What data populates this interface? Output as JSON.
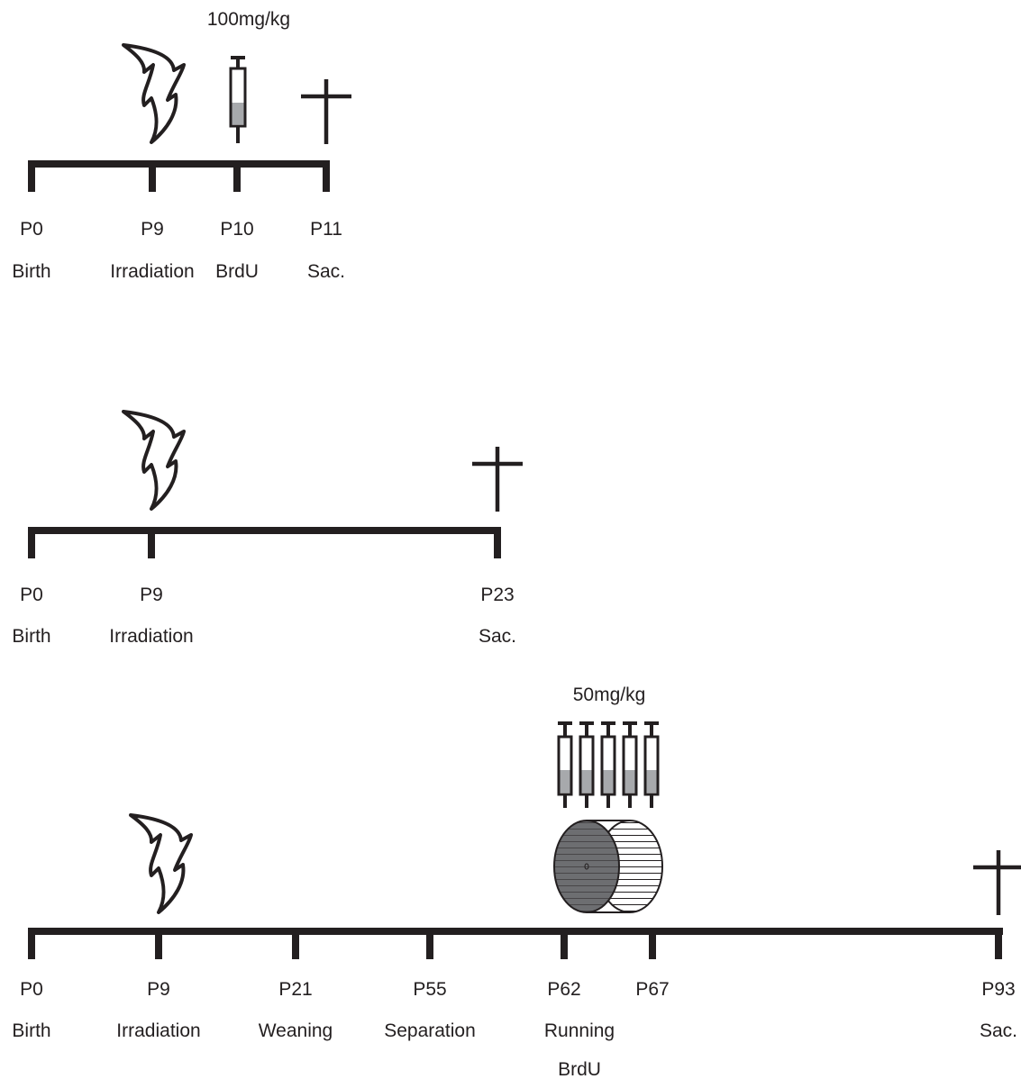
{
  "colors": {
    "ink": "#231f20",
    "syringe_fill": "#a7a9ac",
    "wheel_dark": "#6d6e71"
  },
  "timelines": [
    {
      "id": "timeline-1",
      "dose_label": "100mg/kg",
      "ticks": [
        {
          "day": "P0",
          "event": "Birth"
        },
        {
          "day": "P9",
          "event": "Irradiation",
          "icon": "lightning-icon"
        },
        {
          "day": "P10",
          "event": "BrdU",
          "icon": "syringe-icon"
        },
        {
          "day": "P11",
          "event": "Sac.",
          "icon": "cross-icon"
        }
      ]
    },
    {
      "id": "timeline-2",
      "ticks": [
        {
          "day": "P0",
          "event": "Birth"
        },
        {
          "day": "P9",
          "event": "Irradiation",
          "icon": "lightning-icon"
        },
        {
          "day": "P23",
          "event": "Sac.",
          "icon": "cross-icon"
        }
      ]
    },
    {
      "id": "timeline-3",
      "dose_label": "50mg/kg",
      "syringe_count": 5,
      "ticks": [
        {
          "day": "P0",
          "event": "Birth"
        },
        {
          "day": "P9",
          "event": "Irradiation",
          "icon": "lightning-icon"
        },
        {
          "day": "P21",
          "event": "Weaning"
        },
        {
          "day": "P55",
          "event": "Separation"
        },
        {
          "day": "P62",
          "event": "Running",
          "event2": "BrdU",
          "icon": "running-wheel-icon"
        },
        {
          "day": "P67",
          "event": ""
        },
        {
          "day": "P93",
          "event": "Sac.",
          "icon": "cross-icon"
        }
      ]
    }
  ]
}
